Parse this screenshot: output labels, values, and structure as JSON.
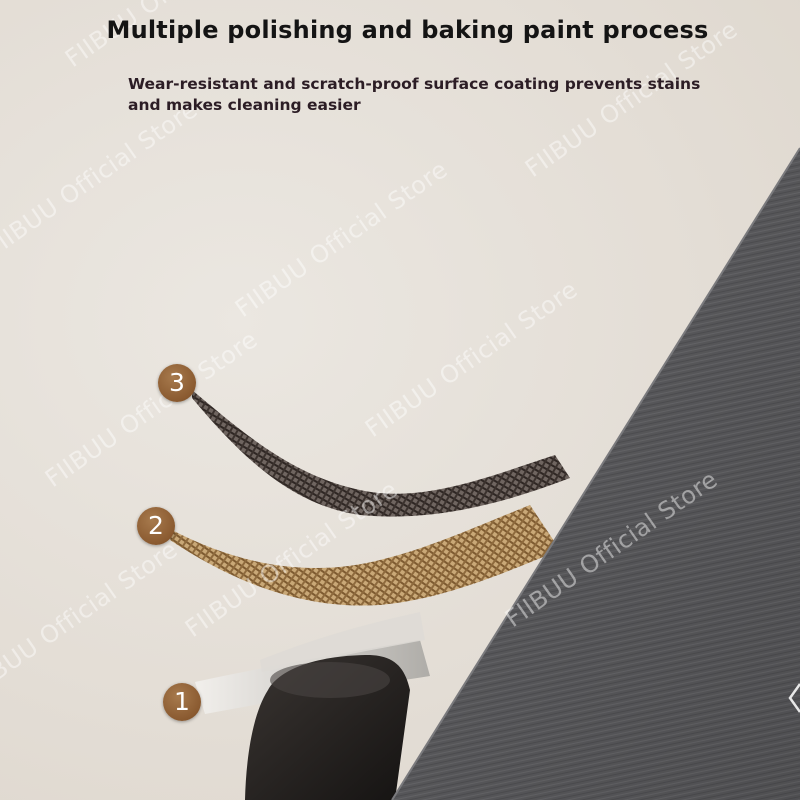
{
  "heading": "Multiple polishing and baking paint process",
  "subtext": "Wear-resistant and scratch-proof surface coating prevents stains and makes cleaning easier",
  "layers": [
    {
      "number": "3",
      "color": "#4a3f3a"
    },
    {
      "number": "2",
      "color": "#8d6a3e"
    },
    {
      "number": "1",
      "color": "#d8d6d2"
    }
  ],
  "watermark": "FIIBUU Official Store",
  "colors": {
    "background": "#e6e1da",
    "panel": "#5c5c5e",
    "badge": "#8a5a30",
    "heading": "#141414",
    "subtext": "#2c1d25"
  }
}
